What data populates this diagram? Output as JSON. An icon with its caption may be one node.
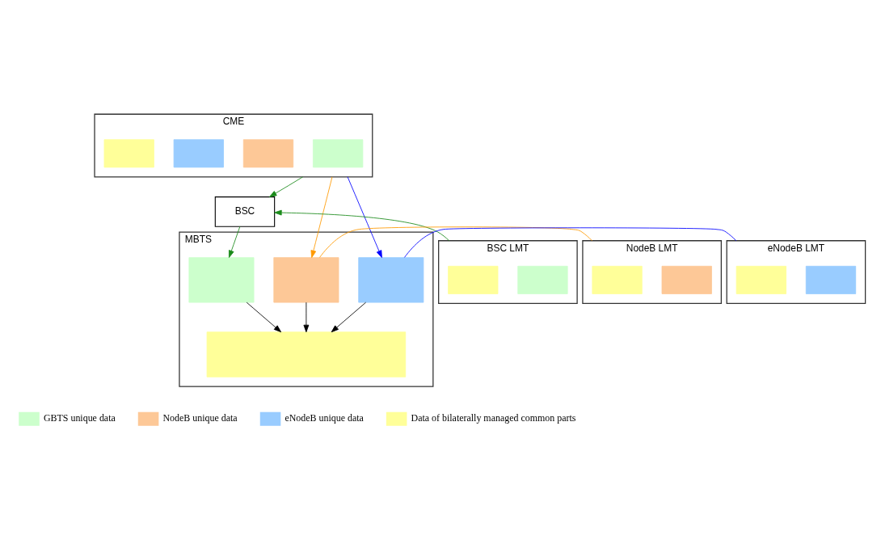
{
  "diagram": {
    "nodes": [
      {
        "text": [
          "CME"
        ]
      },
      {
        "text": [],
        "shape": "box",
        "in": 0
      },
      {
        "text": [],
        "shape": "box",
        "in": 0
      },
      {
        "text": [],
        "shape": "box",
        "in": 0
      },
      {
        "text": [],
        "shape": "box",
        "in": 0
      },
      {
        "text": [
          "BSC LMT"
        ]
      },
      {
        "text": [],
        "shape": "box",
        "in": 5
      },
      {
        "text": [],
        "shape": "box",
        "in": 5
      },
      {
        "text": [
          "BSC"
        ]
      },
      {
        "text": [
          "NodeB LMT"
        ]
      },
      {
        "text": [],
        "shape": "box",
        "in": 9
      },
      {
        "text": [],
        "shape": "box",
        "in": 9
      },
      {
        "text": [
          "eNodeB LMT"
        ]
      },
      {
        "text": [],
        "shape": "box",
        "in": 12
      },
      {
        "text": [],
        "shape": "box",
        "in": 12
      },
      {
        "text": [
          "MBTS"
        ]
      },
      {
        "text": [],
        "shape": "box",
        "in": 15
      },
      {
        "text": [],
        "shape": "box",
        "in": 15
      },
      {
        "text": [],
        "shape": "box",
        "in": 15
      },
      {
        "text": [],
        "shape": "box",
        "in": 15
      }
    ],
    "edges": [
      {
        "from": 0,
        "to": 8,
        "arrow": "to",
        "color": "#1a8a1a"
      },
      {
        "from": 5,
        "to": 8,
        "arrow": "to",
        "color": "#1a8a1a"
      },
      {
        "from": 8,
        "to": 16,
        "arrow": "to",
        "color": "#1a8a1a"
      },
      {
        "from": 0,
        "to": 17,
        "arrow": "to",
        "color": "#ff9900"
      },
      {
        "from": 9,
        "to": 17,
        "arrow": "none",
        "color": "#ff9900"
      },
      {
        "from": 0,
        "to": 18,
        "arrow": "to",
        "color": "#0000ff"
      },
      {
        "from": 12,
        "to": 18,
        "arrow": "none",
        "color": "#0000ff"
      },
      {
        "from": 16,
        "to": 19,
        "arrow": "to",
        "color": "#000000"
      },
      {
        "from": 17,
        "to": 19,
        "arrow": "to",
        "color": "#000000"
      },
      {
        "from": 18,
        "to": 19,
        "arrow": "to",
        "color": "#000000"
      }
    ],
    "legend": [
      {
        "text": "GBTS unique data",
        "color": "#ccffcc"
      },
      {
        "text": "NodeB unique data",
        "color": "#fdc897"
      },
      {
        "text": "eNodeB unique data",
        "color": "#99ccff"
      },
      {
        "text": "Data of bilaterally managed common parts",
        "color": "#ffff99"
      }
    ]
  }
}
